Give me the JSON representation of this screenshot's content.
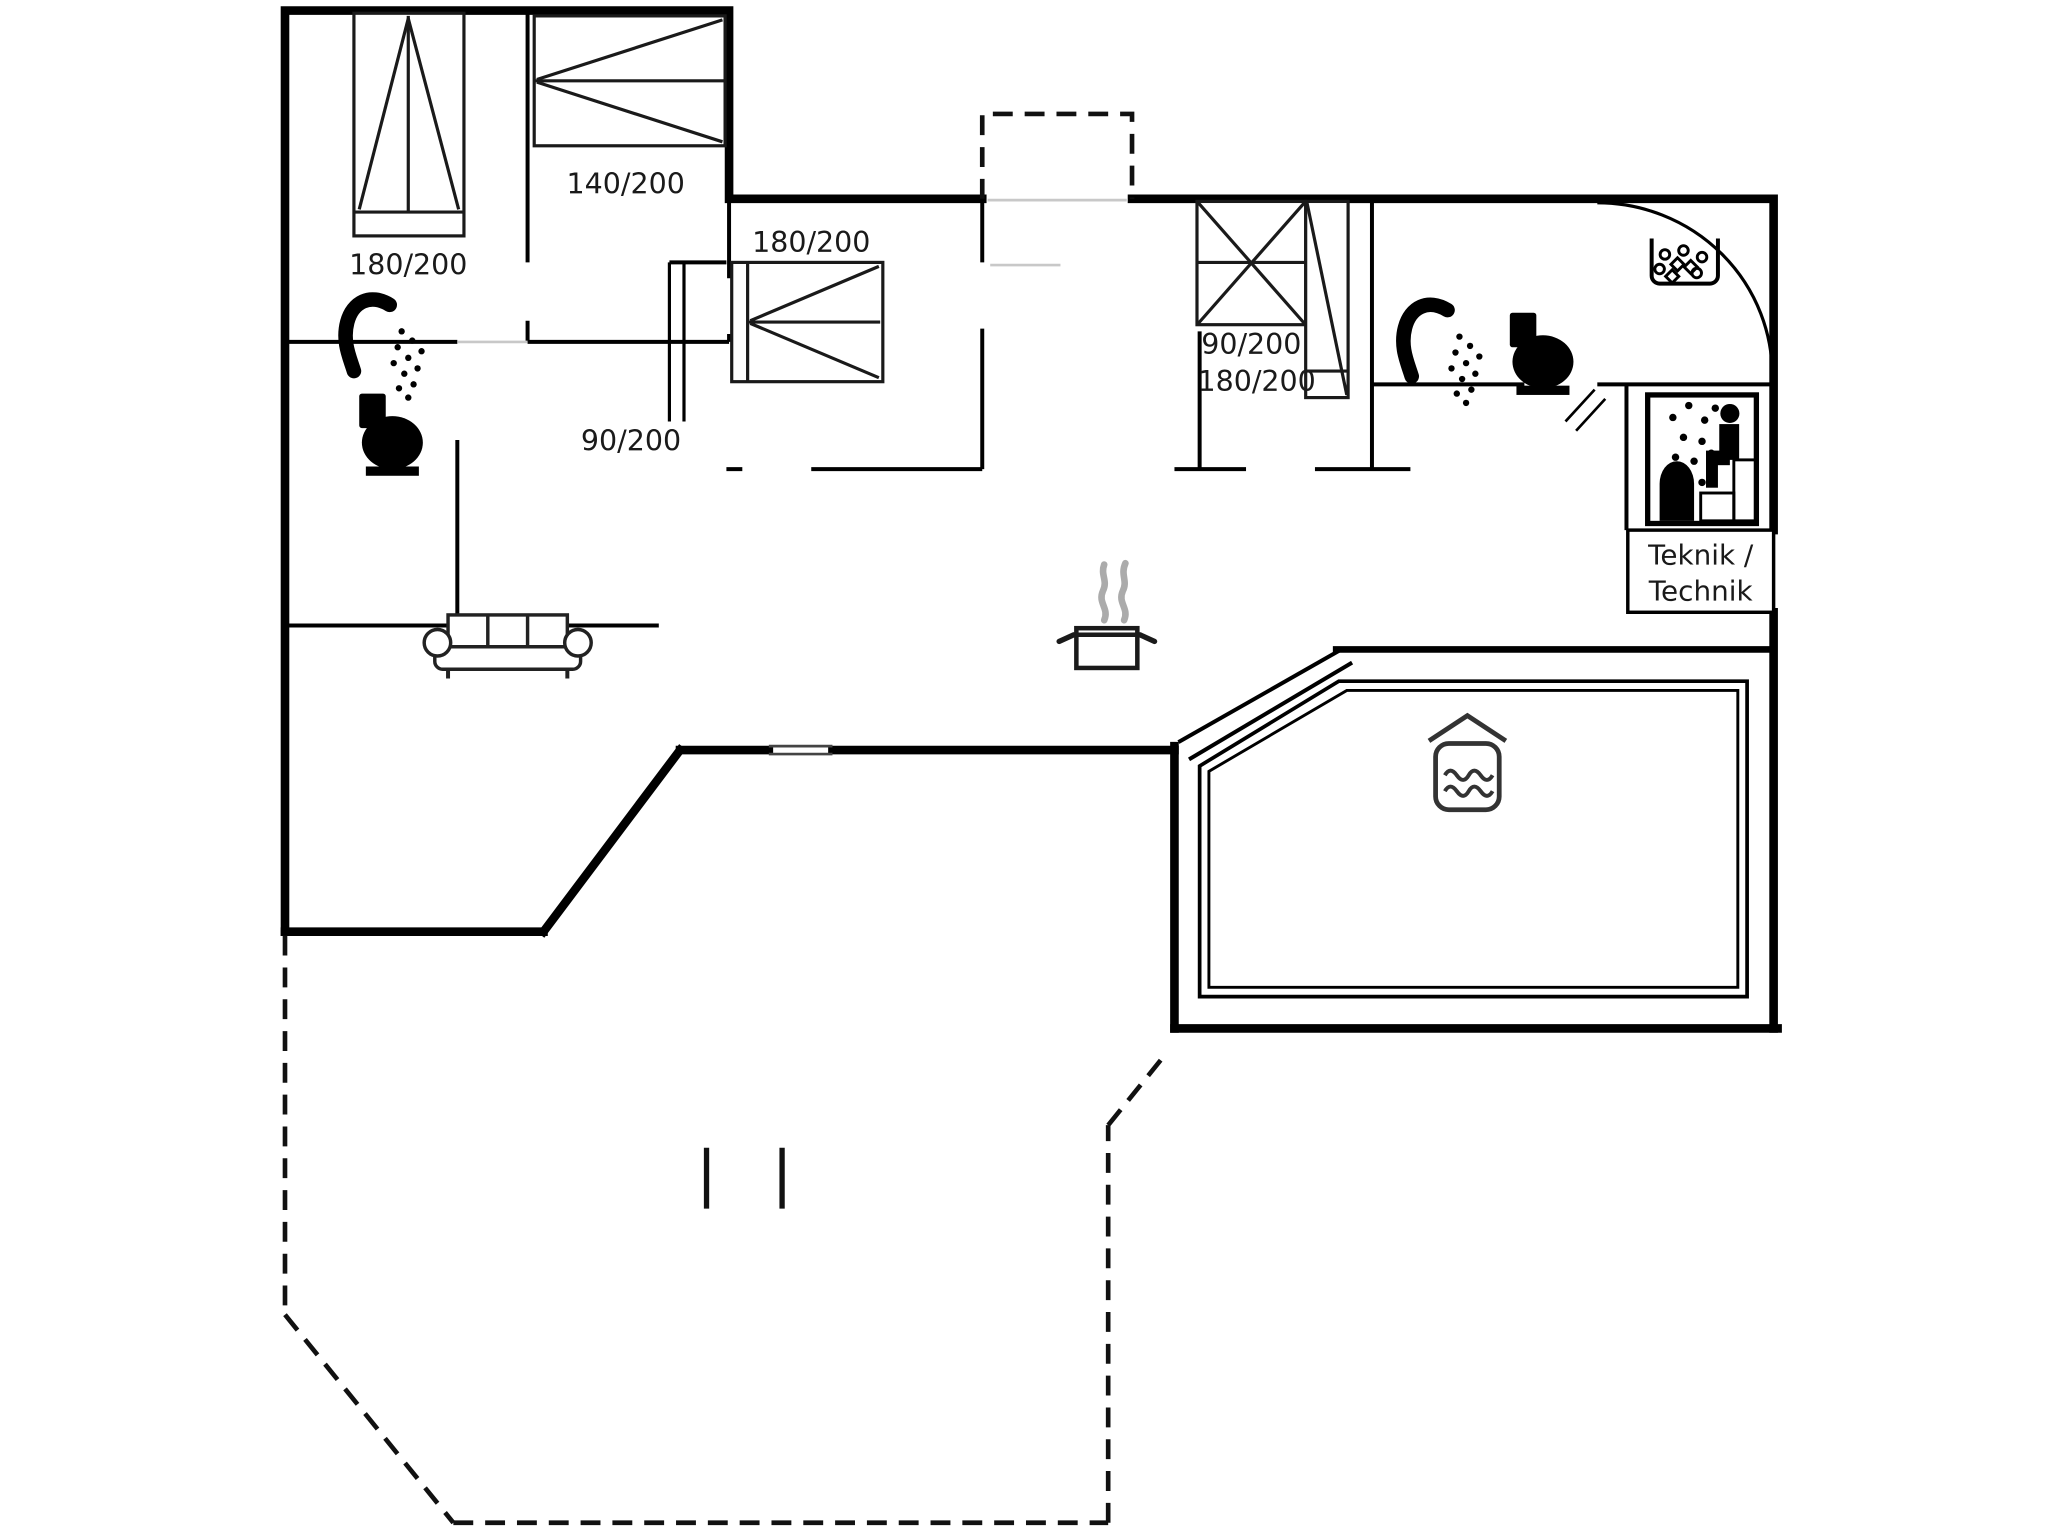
{
  "title": "Holiday home floor plan",
  "labels": {
    "bed_topleft": "180/200",
    "bed_second": "140/200",
    "bed_middle": "180/200",
    "bed_middle_upper": "90/200",
    "bunk_upper": "90/200",
    "bunk_lower": "180/200",
    "technik_line1": "Teknik /",
    "technik_line2": "Technik"
  },
  "colors": {
    "wall": "#000000",
    "background": "#ffffff",
    "steam": "#ababab",
    "door_opening": "#c8c8c8"
  },
  "icons": [
    "double-bed-icon",
    "bunk-bed-icon",
    "shower-icon",
    "toilet-icon",
    "whirlpool-icon",
    "sauna-icon",
    "sofa-icon",
    "cooking-pot-icon",
    "indoor-pool-icon"
  ]
}
